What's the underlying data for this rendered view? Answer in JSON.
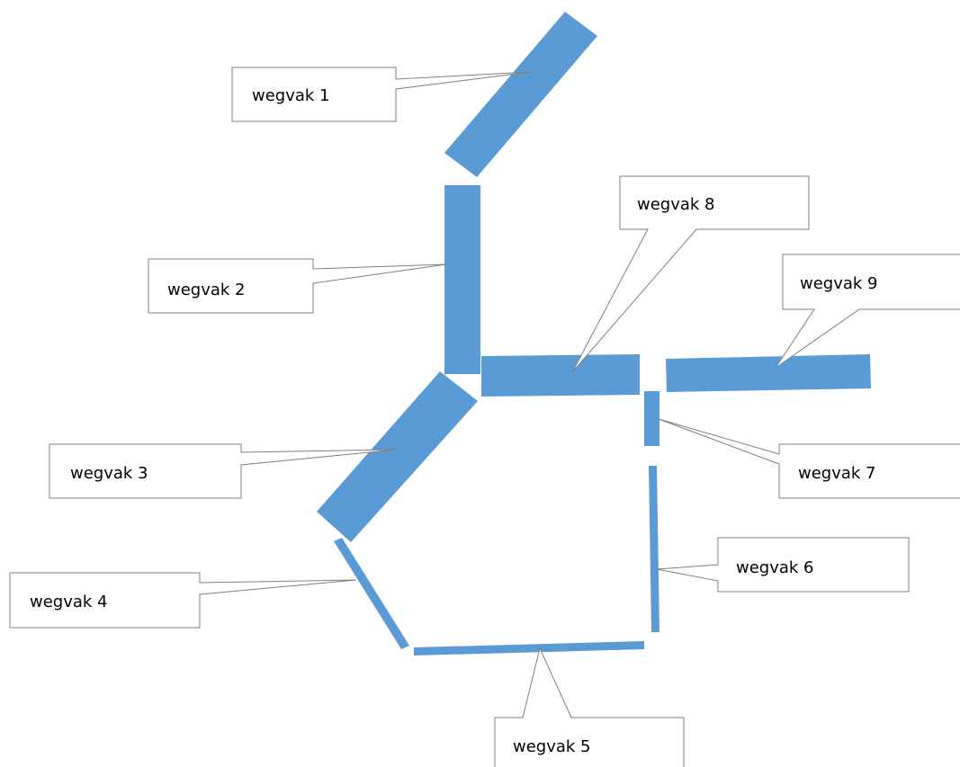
{
  "accent_color": "#5b9bd5",
  "segments": [
    {
      "id": "1",
      "label": "wegvak 1"
    },
    {
      "id": "2",
      "label": "wegvak 2"
    },
    {
      "id": "3",
      "label": "wegvak 3"
    },
    {
      "id": "4",
      "label": "wegvak 4"
    },
    {
      "id": "5",
      "label": "wegvak 5"
    },
    {
      "id": "6",
      "label": "wegvak 6"
    },
    {
      "id": "7",
      "label": "wegvak 7"
    },
    {
      "id": "8",
      "label": "wegvak 8"
    },
    {
      "id": "9",
      "label": "wegvak 9"
    }
  ]
}
